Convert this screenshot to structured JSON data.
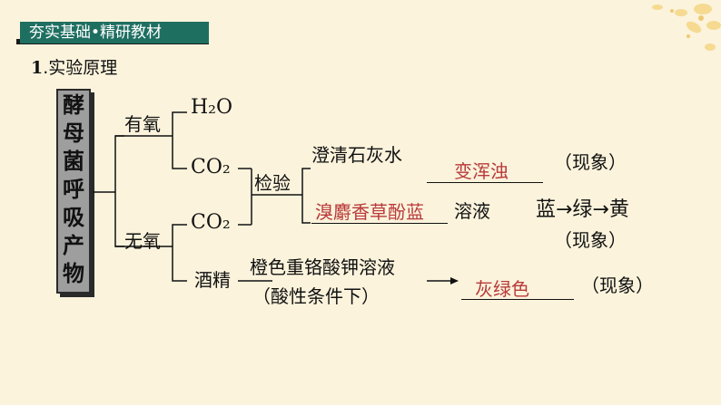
{
  "header": {
    "title": "夯实基础•精研教材"
  },
  "section": {
    "number": "1",
    "title": ".实验原理"
  },
  "main_box": {
    "label_chars": [
      "酵",
      "母",
      "菌",
      "呼",
      "吸",
      "产",
      "物"
    ]
  },
  "branches": {
    "aerobic": "有氧",
    "anaerobic": "无氧"
  },
  "products": {
    "water": "H₂O",
    "co2_aerobic": "CO₂",
    "co2_anaerobic": "CO₂",
    "alcohol": "酒精"
  },
  "detection": {
    "label": "检验",
    "reagent1": "澄清石灰水",
    "answer1": "变浑浊",
    "phenomenon1": "（现象）",
    "answer2": "溴麝香草酚蓝",
    "reagent2_suffix": "溶液",
    "color_change": "蓝→绿→黄",
    "phenomenon2": "（现象）"
  },
  "alcohol_test": {
    "reagent": "橙色重铬酸钾溶液",
    "condition": "（酸性条件下）",
    "answer": "灰绿色",
    "phenomenon": "（现象）"
  },
  "colors": {
    "header_bg": "#1f6f61",
    "answer_red": "#b83a3a",
    "background": "#fbf3dc",
    "box_gray": "#9e9e9e"
  }
}
